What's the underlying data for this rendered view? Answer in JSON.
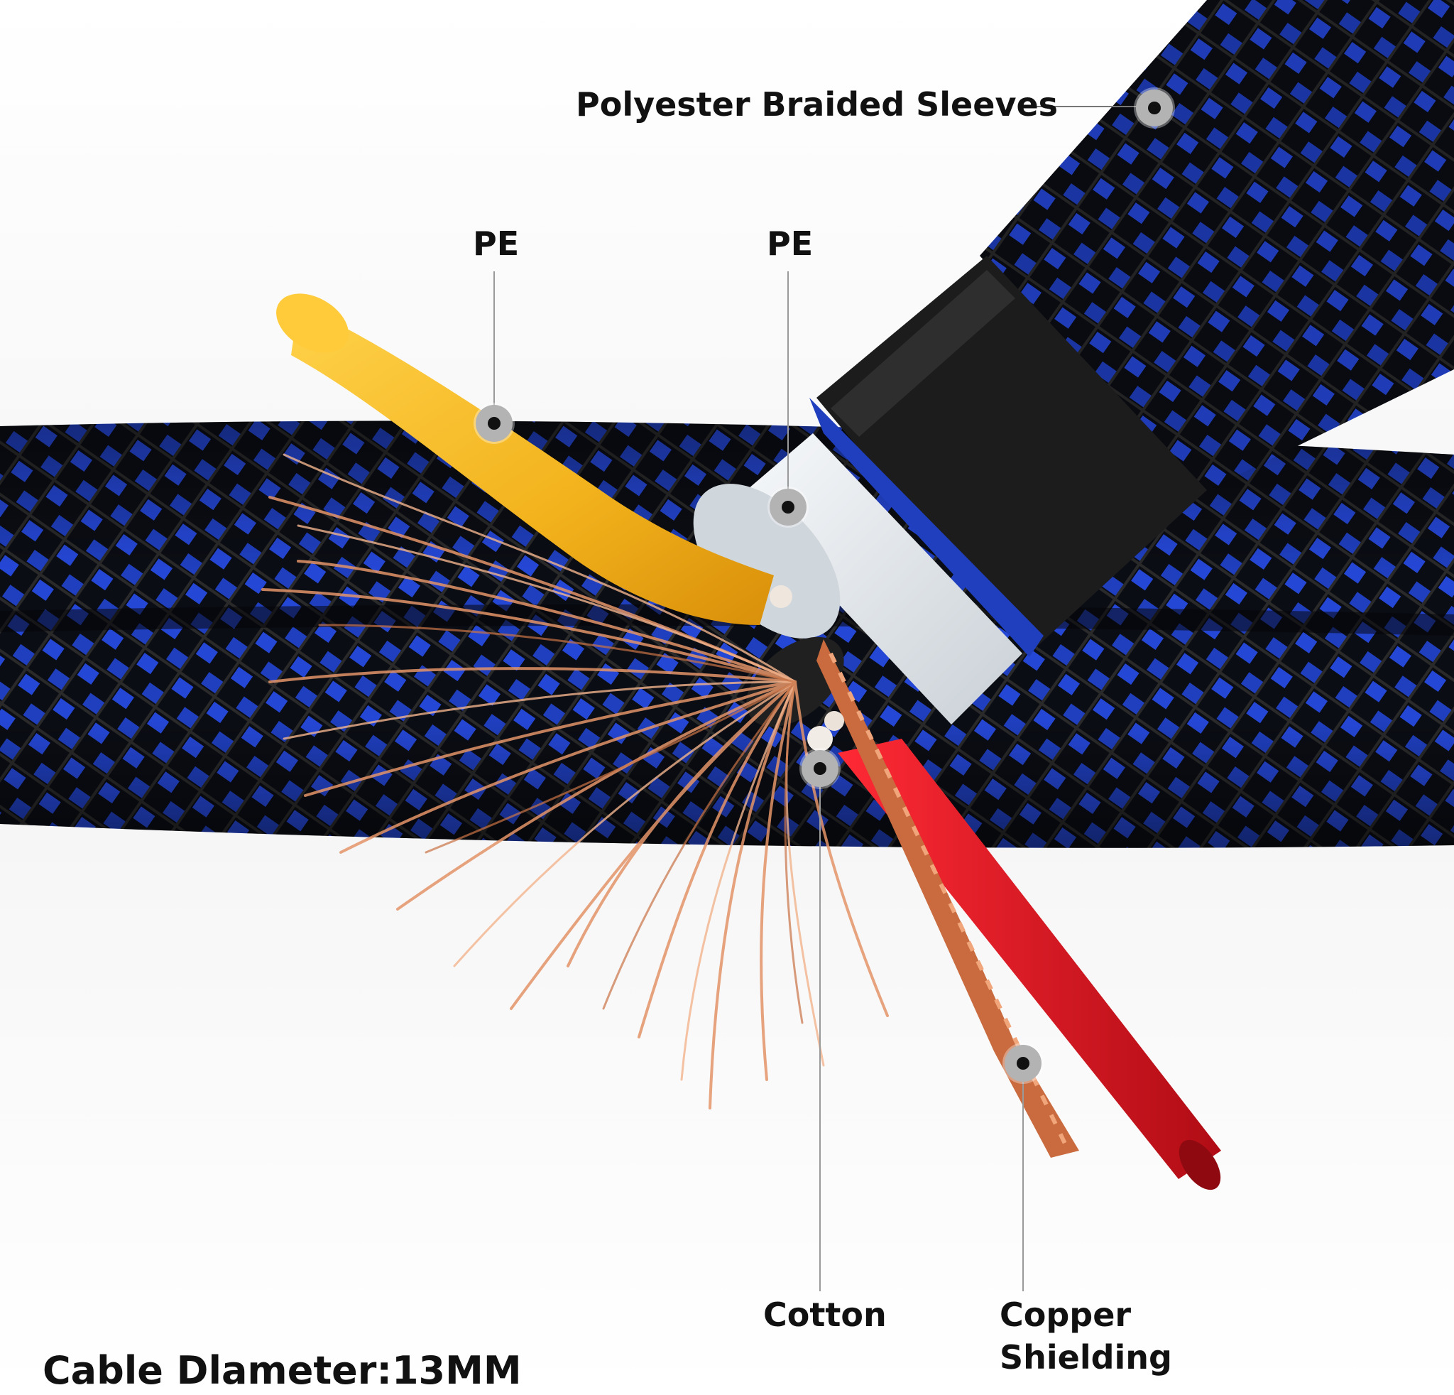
{
  "labels": {
    "sleeve": "Polyester Braided Sleeves",
    "pe_left": "PE",
    "pe_right": "PE",
    "cotton": "Cotton",
    "copper_line1": "Copper",
    "copper_line2": "Shielding",
    "diameter": "Cable Dlameter:13MM"
  },
  "colors": {
    "braid_blue": "#1f3fbf",
    "braid_black": "#0b0d14",
    "yellow_core": "#f2b21c",
    "red_core": "#d8141f",
    "copper": "#e39468",
    "pe_white": "#e9eef2",
    "tape_black": "#1c1c1c"
  },
  "icons": [
    "callout-dot-icon"
  ]
}
